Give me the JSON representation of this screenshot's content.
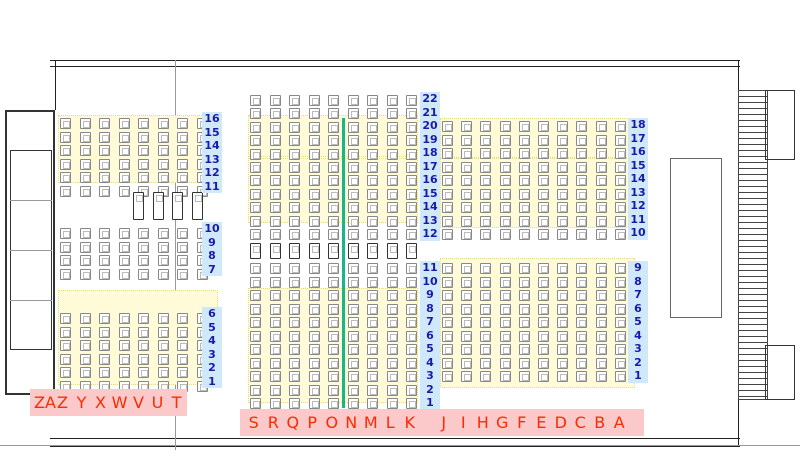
{
  "left_section": {
    "columns": [
      "ZA",
      "Z",
      "Y",
      "X",
      "W",
      "V",
      "U",
      "T"
    ],
    "row_groups": [
      [
        "16",
        "15",
        "14",
        "13",
        "12",
        "11"
      ],
      [
        "10",
        "9",
        "8",
        "7"
      ],
      [
        "6",
        "5",
        "4",
        "3",
        "2",
        "1"
      ]
    ]
  },
  "middle_section": {
    "columns": [
      "S",
      "R",
      "Q",
      "P",
      "O",
      "N",
      "M",
      "L",
      "K"
    ],
    "row_groups": [
      [
        "22",
        "21",
        "20",
        "19",
        "18",
        "17",
        "16",
        "15",
        "14",
        "13",
        "12"
      ],
      [
        "11",
        "10",
        "9",
        "8",
        "7",
        "6",
        "5",
        "4",
        "3",
        "2",
        "1"
      ]
    ]
  },
  "right_section": {
    "columns": [
      "J",
      "I",
      "H",
      "G",
      "F",
      "E",
      "D",
      "C",
      "B",
      "A"
    ],
    "row_groups": [
      [
        "18",
        "17",
        "16",
        "15",
        "14",
        "13",
        "12",
        "11",
        "10"
      ],
      [
        "9",
        "8",
        "7",
        "6",
        "5",
        "4",
        "3",
        "2",
        "1"
      ]
    ]
  },
  "colors": {
    "row_label_bg": "#cfe8fa",
    "row_label_text": "#1a1aa8",
    "column_label_bg": "#fbc9c9",
    "column_label_text": "#ff2a00",
    "aisle": "#14b88a",
    "highlight": "#fffbd8"
  }
}
